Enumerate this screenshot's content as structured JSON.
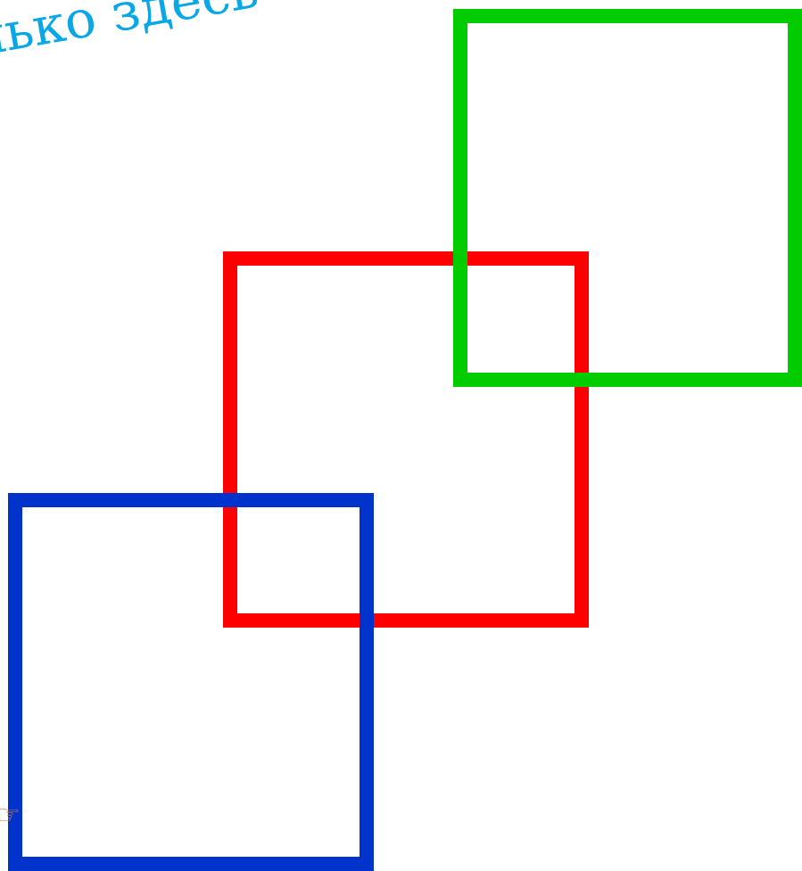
{
  "caption": {
    "text": "олько здесь",
    "color": "#0aa7e6"
  },
  "squares": [
    {
      "name": "green-square",
      "color": "#00cc00"
    },
    {
      "name": "red-square",
      "color": "#ff0000"
    },
    {
      "name": "blue-square",
      "color": "#0033cc"
    }
  ],
  "decorations": {
    "corner_icon": "hand-pointer-icon"
  }
}
